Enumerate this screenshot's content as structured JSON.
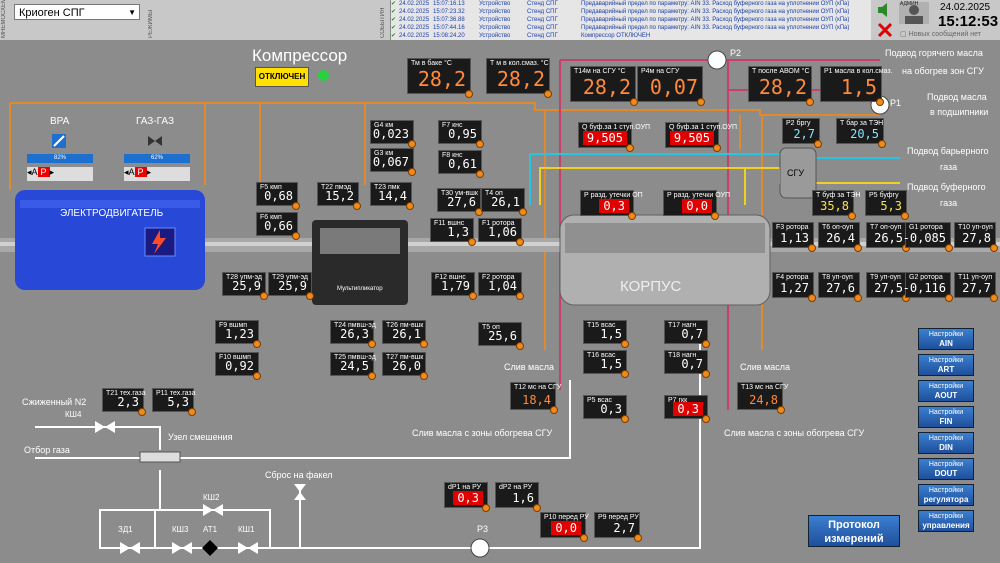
{
  "header": {
    "left_vlabel": "МНЕМОСХЕМЫ",
    "mid_vlabel": "РЕЖИМЫ",
    "log_vlabel": "СОБЫТИЯ",
    "user_label": "АДМИН",
    "scheme_select": "Криоген СПГ",
    "date": "24.02.2025",
    "time": "15:12:53",
    "no_new_msgs": "Новых сообщений нет",
    "messages": [
      {
        "date": "24.02.2025",
        "time": "15:07:16.13",
        "src": "Устройство",
        "obj": "Стенд СПГ",
        "text": "Предаварийный предел по параметру: AIN 33. Расход буферного газа на уплотнении ОУП (кПа)"
      },
      {
        "date": "24.02.2025",
        "time": "15:07:23.32",
        "src": "Устройство",
        "obj": "Стенд СПГ",
        "text": "Предаварийный предел по параметру: AIN 33. Расход буферного газа на уплотнении ОУП (кПа)"
      },
      {
        "date": "24.02.2025",
        "time": "15:07:36.88",
        "src": "Устройство",
        "obj": "Стенд СПГ",
        "text": "Предаварийный предел по параметру: AIN 33. Расход буферного газа на уплотнении ОУП (кПа)"
      },
      {
        "date": "24.02.2025",
        "time": "15:07:44.16",
        "src": "Устройство",
        "obj": "Стенд СПГ",
        "text": "Предаварийный предел по параметру: AIN 33. Расход буферного газа на уплотнении ОУП (кПа)"
      },
      {
        "date": "24.02.2025",
        "time": "15:08:24.20",
        "src": "Устройство",
        "obj": "Стенд СПГ",
        "text": "Компрессор ОТКЛЮЧЕН"
      }
    ]
  },
  "compressor": {
    "title": "Компрессор",
    "status": "ОТКЛЮЧЕН"
  },
  "vra": {
    "label": "ВРА",
    "pct": "82%",
    "pct_value": 82,
    "modes": [
      "А",
      "Р"
    ]
  },
  "gaz": {
    "label": "ГАЗ-ГАЗ",
    "pct": "62%",
    "pct_value": 62,
    "modes": [
      "А",
      "Р"
    ]
  },
  "motor": {
    "label": "ЭЛЕКТРОДВИГАТЕЛЬ"
  },
  "multiplier": {
    "label": "Мультипликатор"
  },
  "korpus": {
    "label": "КОРПУС"
  },
  "sgu": {
    "label": "СГУ"
  },
  "labels": {
    "p2": "P2",
    "p1": "P1",
    "p3": "P3",
    "hot_oil": "Подвод горячего масла",
    "hot_oil2": "на обогрев зон СГУ",
    "bearing_oil": "Подвод масла",
    "bearing_oil2": "в подшипники",
    "barrier_gas": "Подвод барьерного",
    "barrier_gas2": "газа",
    "buffer_gas": "Подвод буферного",
    "buffer_gas2": "газа",
    "drain1": "Слив масла",
    "drain2": "Слив масла",
    "drain_sgu1": "Слив масла с зоны обогрева СГУ",
    "drain_sgu2": "Слив масла с зоны обогрева СГУ",
    "n2": "Сжиженный N2",
    "gas_take": "Отбор газа",
    "mix": "Узел смешения",
    "flare": "Сброс на факел",
    "ksh4": "КШ4",
    "ksh2": "КШ2",
    "zd1": "ЗД1",
    "ksh3": "КШ3",
    "at1": "АТ1",
    "ksh1": "КШ1"
  },
  "tiles": [
    {
      "k": "tm_bak",
      "l": "Тм в баке °С",
      "v": "28,2"
    },
    {
      "k": "tm_kol",
      "l": "Т м в кол.смаз. °С",
      "v": "28,2"
    },
    {
      "k": "t14m",
      "l": "Т14м на СГУ °С",
      "v": "28,2"
    },
    {
      "k": "p4m",
      "l": "Р4м на СГУ",
      "v": "0,07"
    },
    {
      "k": "t_avom",
      "l": "Т после АВОМ °С",
      "v": "28,2"
    },
    {
      "k": "p1m",
      "l": "Р1 масла в кол.смаз.",
      "v": "1,5"
    },
    {
      "k": "g4",
      "l": "G4 км",
      "v": "0,023"
    },
    {
      "k": "g3",
      "l": "G3 км",
      "v": "0,067"
    },
    {
      "k": "f7",
      "l": "F7 кнс",
      "v": "0,95"
    },
    {
      "k": "f8",
      "l": "F8 кнс",
      "v": "0,61"
    },
    {
      "k": "f5",
      "l": "F5 кмп",
      "v": "0,68"
    },
    {
      "k": "f6",
      "l": "F6 кмп",
      "v": "0,66"
    },
    {
      "k": "t22",
      "l": "Т22 пмэд",
      "v": "15,2"
    },
    {
      "k": "t23",
      "l": "Т23 пмк",
      "v": "14,4"
    },
    {
      "k": "t30",
      "l": "Т30 ум-вшк",
      "v": "27,6"
    },
    {
      "k": "t4",
      "l": "Т4 оп",
      "v": "26,1"
    },
    {
      "k": "f11",
      "l": "F11 вшнс",
      "v": "1,3"
    },
    {
      "k": "f1",
      "l": "F1 ротора",
      "v": "1,06"
    },
    {
      "k": "t28",
      "l": "Т28 упм-эд",
      "v": "25,9"
    },
    {
      "k": "t29",
      "l": "Т29 упм-эд",
      "v": "25,9"
    },
    {
      "k": "f12",
      "l": "F12 вшнс",
      "v": "1,79"
    },
    {
      "k": "f2",
      "l": "F2 ротора",
      "v": "1,04"
    },
    {
      "k": "f9",
      "l": "F9 вшмп",
      "v": "1,23"
    },
    {
      "k": "f10",
      "l": "F10 вшмп",
      "v": "0,92"
    },
    {
      "k": "t24",
      "l": "Т24 пмвш-эд",
      "v": "26,3"
    },
    {
      "k": "t26",
      "l": "Т26 пм-вшк",
      "v": "26,1"
    },
    {
      "k": "t25",
      "l": "Т25 пмвш-эд",
      "v": "24,5"
    },
    {
      "k": "t27",
      "l": "Т27 пм-вшк",
      "v": "26,0"
    },
    {
      "k": "t5",
      "l": "Т5 оп",
      "v": "25,6"
    },
    {
      "k": "t15",
      "l": "Т15 всас",
      "v": "1,5"
    },
    {
      "k": "t16",
      "l": "Т16 всас",
      "v": "1,5"
    },
    {
      "k": "t17",
      "l": "Т17 нагн",
      "v": "0,7"
    },
    {
      "k": "t18",
      "l": "Т18 нагн",
      "v": "0,7"
    },
    {
      "k": "p5",
      "l": "Р5 всас",
      "v": "0,3"
    },
    {
      "k": "p7",
      "l": "Р7 гкк",
      "v": "0,3"
    },
    {
      "k": "t12",
      "l": "Т12 мс на СГУ",
      "v": "18,4"
    },
    {
      "k": "t13",
      "l": "Т13 мс на СГУ",
      "v": "24,8"
    },
    {
      "k": "qbuf1",
      "l": "Q буф.за 1 ступ.ОУП",
      "v": "9,505"
    },
    {
      "k": "qbuf2",
      "l": "Q буф.за 1 ступ.ОУП",
      "v": "9,505"
    },
    {
      "k": "prazd1",
      "l": "Р разд. утечки ОП",
      "v": "0,3"
    },
    {
      "k": "prazd2",
      "l": "Р разд. утечки ОУП",
      "v": "0,0"
    },
    {
      "k": "p2brg",
      "l": "Р2 бргу",
      "v": "2,7"
    },
    {
      "k": "tbar",
      "l": "Т бар за ТЭН",
      "v": "20,5"
    },
    {
      "k": "tbuf",
      "l": "Т буф за ТЭН",
      "v": "35,8"
    },
    {
      "k": "p5buf",
      "l": "Р5 буфгу",
      "v": "5,3"
    },
    {
      "k": "f3",
      "l": "F3 ротора",
      "v": "1,13"
    },
    {
      "k": "t6",
      "l": "Т6 оп-оуп",
      "v": "26,4"
    },
    {
      "k": "t7",
      "l": "Т7 оп-оуп",
      "v": "26,5"
    },
    {
      "k": "g1",
      "l": "G1 ротора",
      "v": "-0,085"
    },
    {
      "k": "t10",
      "l": "Т10 уп-оуп",
      "v": "27,8"
    },
    {
      "k": "f4",
      "l": "F4 ротора",
      "v": "1,27"
    },
    {
      "k": "t8",
      "l": "Т8 уп-оуп",
      "v": "27,6"
    },
    {
      "k": "t9",
      "l": "Т9 уп-оуп",
      "v": "27,5"
    },
    {
      "k": "g2",
      "l": "G2 ротора",
      "v": "-0,116"
    },
    {
      "k": "t11",
      "l": "Т11 уп-оуп",
      "v": "27,7"
    },
    {
      "k": "t21",
      "l": "Т21 тех.газа",
      "v": "2,3"
    },
    {
      "k": "p11",
      "l": "Р11 тех.газа",
      "v": "5,3"
    },
    {
      "k": "dp1",
      "l": "dP1 на РУ",
      "v": "0,3"
    },
    {
      "k": "dp2",
      "l": "dP2 на РУ",
      "v": "1,6"
    },
    {
      "k": "p10",
      "l": "Р10 перед РУ",
      "v": "0,0"
    },
    {
      "k": "p9",
      "l": "Р9 перед РУ",
      "v": "2,7"
    }
  ],
  "settings": [
    {
      "t": "Настройки",
      "s": "AIN"
    },
    {
      "t": "Настройки",
      "s": "ART"
    },
    {
      "t": "Настройки",
      "s": "AOUT"
    },
    {
      "t": "Настройки",
      "s": "FIN"
    },
    {
      "t": "Настройки",
      "s": "DIN"
    },
    {
      "t": "Настройки",
      "s": "DOUT"
    },
    {
      "t": "Настройки",
      "s": "регулятора"
    },
    {
      "t": "Настройки",
      "s": "управления"
    }
  ],
  "protocol": {
    "label": "Протокол измерений"
  },
  "colors": {
    "oil": "#e08a2e",
    "hot_oil": "#c8406a",
    "barrier": "#29c4e0",
    "buffer": "#f0d020",
    "gas": "#ffffff",
    "value_big": "#ff8a3a",
    "alarm": "#e00000"
  }
}
